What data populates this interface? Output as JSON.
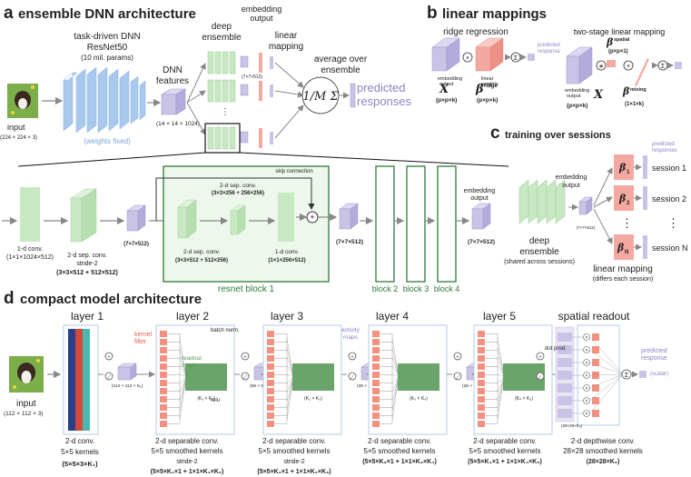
{
  "panel_a": {
    "letter": "a",
    "title": "ensemble DNN architecture",
    "input_label": "input",
    "input_dims": "(224 × 224 × 3)",
    "dnn_title_1": "task-driven DNN",
    "dnn_title_2": "ResNet50",
    "dnn_title_3": "(10 mil. params)",
    "weights_fixed": "(weights fixed)",
    "features_label_1": "DNN",
    "features_label_2": "features",
    "features_dims": "(14 × 14 × 1024)",
    "deep_label_1": "deep",
    "deep_label_2": "ensemble",
    "emb_out_1": "embedding",
    "emb_out_2": "output",
    "linear_1": "linear",
    "linear_2": "mapping",
    "avg_1": "average over",
    "avg_2": "ensemble",
    "sum_symbol": "1/M Σ",
    "pred_1": "predicted",
    "pred_2": "responses",
    "small_dims": "(7×7×512)",
    "conv1_label": "1-d conv.",
    "conv1_dims": "(1×1×1024×512)",
    "sep_label_1": "2-d sep. conv.",
    "sep_label_2": "stride-2",
    "sep_dims": "(3×3×512 + 512×512)",
    "b_dims1": "(7×7×512)",
    "skip": "skip connection",
    "rb_sep_top": "2-d sep. conv.",
    "rb_sep_top_dims": "(3×3×256 + 256×256)",
    "rb_sep_bot": "2-d sep. conv.",
    "rb_sep_bot_dims": "(3×3×512 + 512×256)",
    "rb_conv1": "1-d conv.",
    "rb_conv1_dims": "(1×1×256×512)",
    "rb_label": "resnet block 1",
    "out_dims": "(7×7×512)",
    "block2": "block 2",
    "block3": "block 3",
    "block4": "block 4",
    "final_emb_1": "embedding",
    "final_emb_2": "output",
    "final_dims": "(7×7×512)"
  },
  "panel_b": {
    "letter": "b",
    "title": "linear mappings",
    "ridge_title": "ridge regression",
    "two_stage_title": "two-stage linear mapping",
    "emb_out_1": "embedding",
    "emb_out_2": "output",
    "lin_w_1": "linear",
    "lin_w_2": "weights",
    "pred_1": "predicted",
    "pred_2": "response",
    "X": "X",
    "beta_ridge": "β",
    "beta_ridge_sup": "ridge",
    "x_dims": "(p×p×k)",
    "ridge_dims": "(p×p×k)",
    "beta_spatial_sup": "spatial",
    "spatial_dims": "(p×p×1)",
    "beta_mixing_sup": "mixing",
    "mixing_dims": "(1×1×k)",
    "two_emb_1": "embedding",
    "two_emb_2": "output",
    "two_x_dims": "(p×p×k)"
  },
  "panel_c": {
    "letter": "c",
    "title": "training over sessions",
    "pred_1": "predicted",
    "pred_2": "responses",
    "emb_1": "embedding",
    "emb_2": "output",
    "emb_dims": "(7×7×512)",
    "beta1": "β",
    "beta1_sub": "1",
    "beta2": "β",
    "beta2_sub": "2",
    "betaN": "β",
    "betaN_sub": "N",
    "session1": "session 1",
    "session2": "session 2",
    "sessionN": "session N",
    "dots": "⋮",
    "deep_1": "deep",
    "deep_2": "ensemble",
    "deep_3": "(shared across sessions)",
    "lin_1": "linear mapping",
    "lin_2": "(differs each session)"
  },
  "panel_d": {
    "letter": "d",
    "title": "compact model architecture",
    "layers": [
      "layer 1",
      "layer 2",
      "layer 3",
      "layer 4",
      "layer 5"
    ],
    "spatial_readout": "spatial readout",
    "input_label": "input",
    "input_dims": "(112 × 112 × 3)",
    "kernel_filter_1": "kernel",
    "kernel_filter_2": "filter",
    "batch_norm": "batch norm.",
    "relu": "relu",
    "readout_1": "readout",
    "readout_2": "matrix",
    "activity_1": "activity",
    "activity_2": "maps",
    "dot_prod": "dot prod.",
    "pred_1": "predicted",
    "pred_2": "response",
    "pred_3": "(scalar)",
    "act_dims": [
      "(112 × 112 × K₁)",
      "(56 × 56 × K₂)",
      "(28 × 28 × K₃)",
      "(28 × 28 × K₄)"
    ],
    "readout_dims": [
      "(K₁ × K₂)",
      "(K₂ × K₃)",
      "(K₃ × K₄)",
      "(K₄ × K₅)"
    ],
    "readout_final_dims": "(28×28×K₅)",
    "cap1_1": "2-d conv.",
    "cap1_2": "5×5 kernels",
    "cap1_3": "(5×5×3×K₁)",
    "cap2_1": "2-d separable conv.",
    "cap2_2": "5×5 smoothed kernels",
    "cap2_3": "stride-2",
    "cap2_4": "(5×5×K₁×1 + 1×1×K₁×K₂)",
    "cap3_1": "2-d separable conv.",
    "cap3_2": "5×5 smoothed kernels",
    "cap3_3": "stride-2",
    "cap3_4": "(5×5×K₂×1 + 1×1×K₂×K₃)",
    "cap4_1": "2-d separable conv.",
    "cap4_2": "5×5 smoothed kernels",
    "cap4_4": "(5×5×K₃×1 + 1×1×K₃×K₄)",
    "cap5_1": "2-d separable conv.",
    "cap5_2": "5×5 smoothed kernels",
    "cap5_4": "(5×5×K₄×1 + 1×1×K₄×K₅)",
    "cap6_1": "2-d depthwise conv.",
    "cap6_2": "28×28 smoothed kernels",
    "cap6_3": "(28×28×K₅)"
  },
  "colors": {
    "blue": "#a9c8ee",
    "green": "#c8e8c3",
    "purple": "#c9c4e6",
    "salmon": "#f4a9a0",
    "dark_green": "#6aa46a",
    "block_border": "#2e7a3a"
  }
}
